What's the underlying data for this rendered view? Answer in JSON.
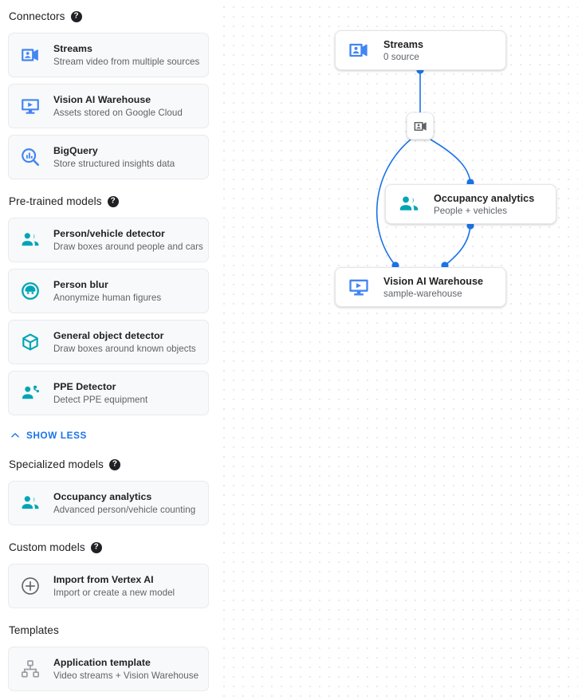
{
  "sidebar": {
    "sections": [
      {
        "title": "Connectors",
        "has_help": true,
        "help_glyph": "?",
        "items": [
          {
            "icon": "video-camera-person-icon",
            "icon_color": "#4285f4",
            "title": "Streams",
            "subtitle": "Stream video from multiple sources"
          },
          {
            "icon": "monitor-play-icon",
            "icon_color": "#4285f4",
            "title": "Vision AI Warehouse",
            "subtitle": "Assets stored on Google Cloud"
          },
          {
            "icon": "bigquery-search-analytics-icon",
            "icon_color": "#4285f4",
            "title": "BigQuery",
            "subtitle": "Store structured insights data"
          }
        ]
      },
      {
        "title": "Pre-trained models",
        "has_help": true,
        "help_glyph": "?",
        "items": [
          {
            "icon": "people-group-icon",
            "icon_color": "#00a5b5",
            "title": "Person/vehicle detector",
            "subtitle": "Draw boxes around people and cars"
          },
          {
            "icon": "person-blur-face-icon",
            "icon_color": "#00a5b5",
            "title": "Person blur",
            "subtitle": "Anonymize human figures"
          },
          {
            "icon": "cube-box-icon",
            "icon_color": "#00a5b5",
            "title": "General object detector",
            "subtitle": "Draw boxes around known objects"
          },
          {
            "icon": "ppe-detector-person-icon",
            "icon_color": "#00a5b5",
            "title": "PPE Detector",
            "subtitle": "Detect PPE equipment"
          }
        ],
        "footer_link": {
          "label": "SHOW LESS",
          "icon": "chevron-up-icon",
          "color": "#1a73e8"
        }
      },
      {
        "title": "Specialized models",
        "has_help": true,
        "help_glyph": "?",
        "items": [
          {
            "icon": "people-group-icon",
            "icon_color": "#00a5b5",
            "title": "Occupancy analytics",
            "subtitle": "Advanced person/vehicle counting"
          }
        ]
      },
      {
        "title": "Custom models",
        "has_help": true,
        "help_glyph": "?",
        "items": [
          {
            "icon": "plus-circle-icon",
            "icon_color": "#5f6368",
            "title": "Import from Vertex AI",
            "subtitle": "Import or create a new model"
          }
        ]
      },
      {
        "title": "Templates",
        "has_help": false,
        "help_glyph": "?",
        "items": [
          {
            "icon": "hierarchy-template-icon",
            "icon_color": "#9aa0a6",
            "title": "Application template",
            "subtitle": "Video streams + Vision Warehouse"
          }
        ]
      }
    ]
  },
  "canvas": {
    "edge_color": "#1a73e8",
    "dot_color": "#1a73e8",
    "nodes": [
      {
        "id": "streams",
        "icon": "video-camera-person-icon",
        "icon_color": "#4285f4",
        "title": "Streams",
        "subtitle": "0 source"
      },
      {
        "id": "occupancy",
        "icon": "people-group-icon",
        "icon_color": "#00a5b5",
        "title": "Occupancy analytics",
        "subtitle": "People + vehicles"
      },
      {
        "id": "warehouse",
        "icon": "monitor-play-icon",
        "icon_color": "#4285f4",
        "title": "Vision AI Warehouse",
        "subtitle": "sample-warehouse"
      }
    ],
    "mini_node": {
      "icon": "video-camera-person-icon",
      "icon_color": "#5f6368"
    }
  }
}
